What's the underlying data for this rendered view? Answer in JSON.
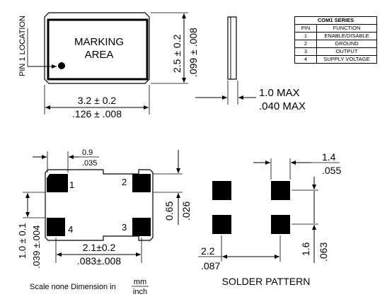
{
  "top_view": {
    "marking_line1": "MARKING",
    "marking_line2": "AREA",
    "pin1_location": "PIN 1 LOCATION",
    "width_mm": "3.2 ± 0.2",
    "width_in": ".126 ± .008",
    "height_mm": "2.5 ± 0.2",
    "height_in": ".099 ± .008"
  },
  "side_view": {
    "thickness_mm": "1.0 MAX",
    "thickness_in": ".040 MAX"
  },
  "pin_table": {
    "title": "COM1 SERIES",
    "header_pin": "PIN",
    "header_function": "FUNCTION",
    "rows": [
      {
        "pin": "1",
        "function": "ENABLE/DISABLE"
      },
      {
        "pin": "2",
        "function": "GROUND"
      },
      {
        "pin": "3",
        "function": "OUTPUT"
      },
      {
        "pin": "4",
        "function": "SUPPLY VOLTAGE"
      }
    ]
  },
  "bottom_view": {
    "pad_numbers": [
      "1",
      "2",
      "3",
      "4"
    ],
    "pad_width_mm": "0.9",
    "pad_width_in": ".035",
    "pad_height_mm": "0.65",
    "pad_height_in": ".026",
    "pitch_v_mm": "1.0 ± 0.1",
    "pitch_v_in": ".039 ±.004",
    "pitch_h_mm": "2.1±0.2",
    "pitch_h_in": ".083±.008"
  },
  "solder_pattern": {
    "title": "SOLDER PATTERN",
    "pad_w_mm": "1.4",
    "pad_w_in": ".055",
    "pitch_mm": "1.6",
    "pitch_in": ".063",
    "gap_mm": "2.2",
    "gap_in": ".087"
  },
  "footer": {
    "scale_text": "Scale none  Dimension in",
    "unit_top": "mm",
    "unit_bottom": "inch"
  }
}
